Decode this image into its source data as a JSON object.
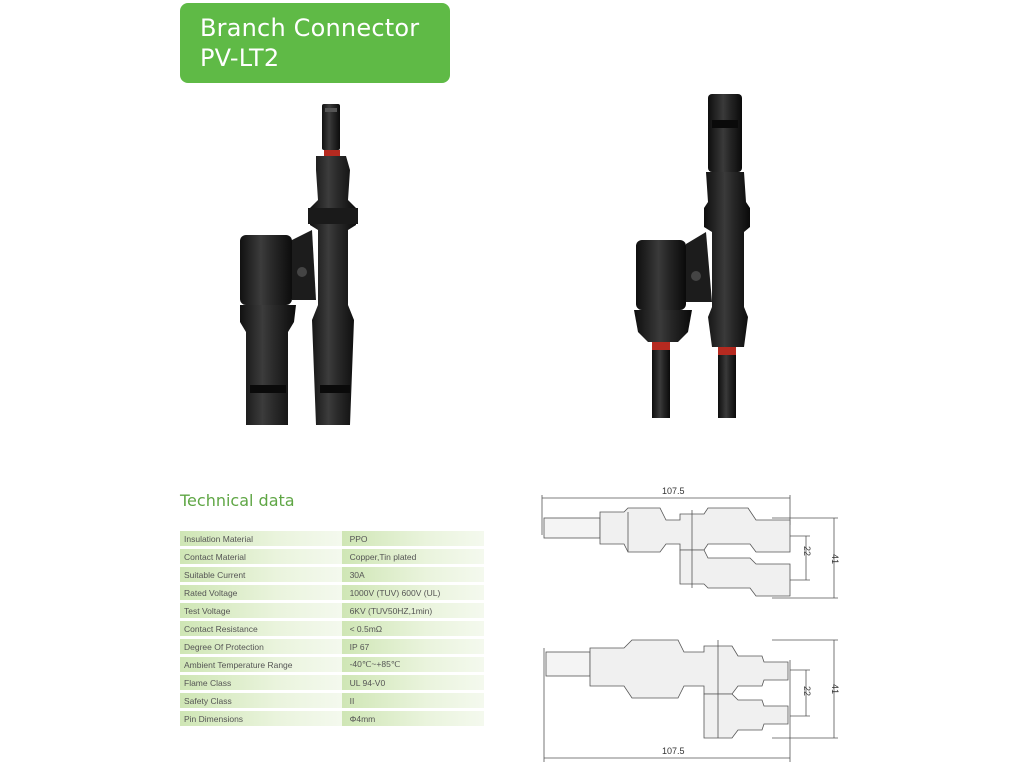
{
  "header": {
    "title_line1": "Branch Connector",
    "title_line2": "PV-LT2"
  },
  "technical": {
    "heading": "Technical data",
    "rows": [
      {
        "label": "Insulation Material",
        "value": "PPO"
      },
      {
        "label": "Contact Material",
        "value": "Copper,Tin plated"
      },
      {
        "label": "Suitable Current",
        "value": "30A"
      },
      {
        "label": "Rated Voltage",
        "value": "1000V (TUV)  600V (UL)"
      },
      {
        "label": "Test Voltage",
        "value": "6KV (TUV50HZ,1min)"
      },
      {
        "label": "Contact Resistance",
        "value": "< 0.5mΩ"
      },
      {
        "label": "Degree Of Protection",
        "value": "IP 67"
      },
      {
        "label": "Ambient Temperature Range",
        "value": "-40℃~+85℃"
      },
      {
        "label": "Flame Class",
        "value": "UL 94-V0"
      },
      {
        "label": "Safety Class",
        "value": "II"
      },
      {
        "label": "Pin Dimensions",
        "value": "Φ4mm"
      }
    ]
  },
  "drawings": {
    "top": {
      "length": "107.5",
      "pitch": "22",
      "height": "41"
    },
    "bottom": {
      "length": "107.5",
      "pitch": "22",
      "height": "41"
    }
  },
  "colors": {
    "accent": "#5fba46",
    "heading": "#5fa645"
  }
}
